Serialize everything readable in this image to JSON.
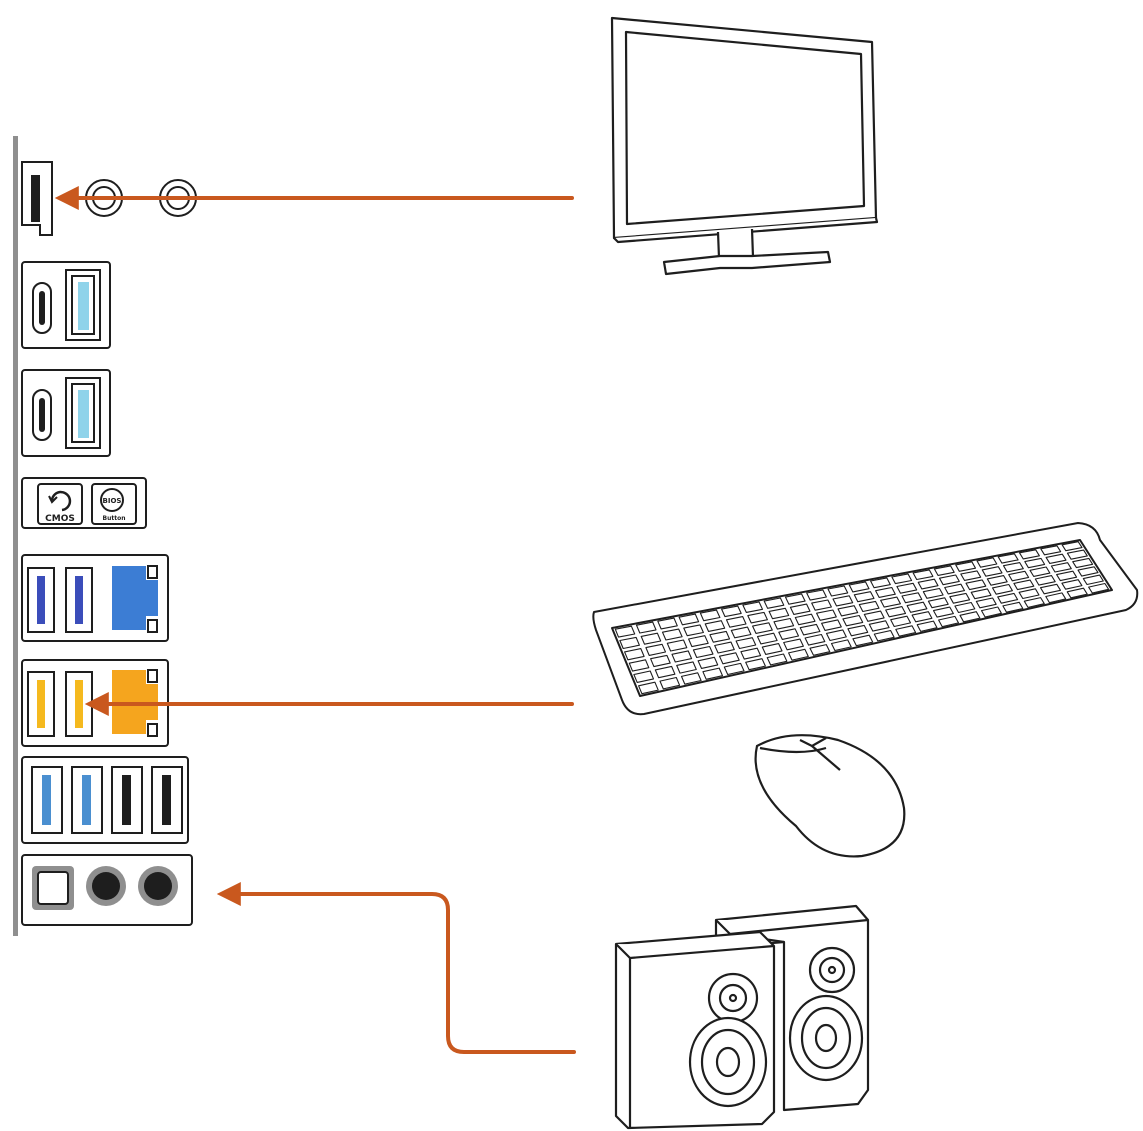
{
  "diagram": {
    "io_panel": {
      "buttons": {
        "clear_cmos": "CMOS",
        "bios_flashback_top": "BIOS",
        "bios_flashback_bottom": "Button"
      }
    },
    "devices": [
      "monitor",
      "keyboard",
      "mouse",
      "speakers"
    ],
    "connections": [
      {
        "from": "monitor",
        "to": "hdmi-port"
      },
      {
        "from": "keyboard-and-mouse",
        "to": "usb-2-ports"
      },
      {
        "from": "speakers",
        "to": "audio-line-out-jack"
      }
    ],
    "colors": {
      "arrow": "#C9581E",
      "line": "#1e1e1e",
      "usb3_blue": "#3B4DBA",
      "usb_light_blue": "#8FD3EA",
      "usb_mid_blue": "#4A8FD0",
      "usb2_yellow": "#F5B91E",
      "lan_blue": "#3C7DD4",
      "lan_orange": "#F5A51E",
      "panel_gray": "#8f8f8f"
    },
    "icons": [
      "hdmi-port-icon",
      "antenna-connector-icon",
      "usb-c-port-icon",
      "usb-a-port-icon",
      "clear-cmos-button-icon",
      "bios-flashback-button-icon",
      "lan-port-icon",
      "optical-spdif-icon",
      "audio-jack-icon",
      "monitor-icon",
      "keyboard-icon",
      "mouse-icon",
      "speaker-icon"
    ]
  }
}
